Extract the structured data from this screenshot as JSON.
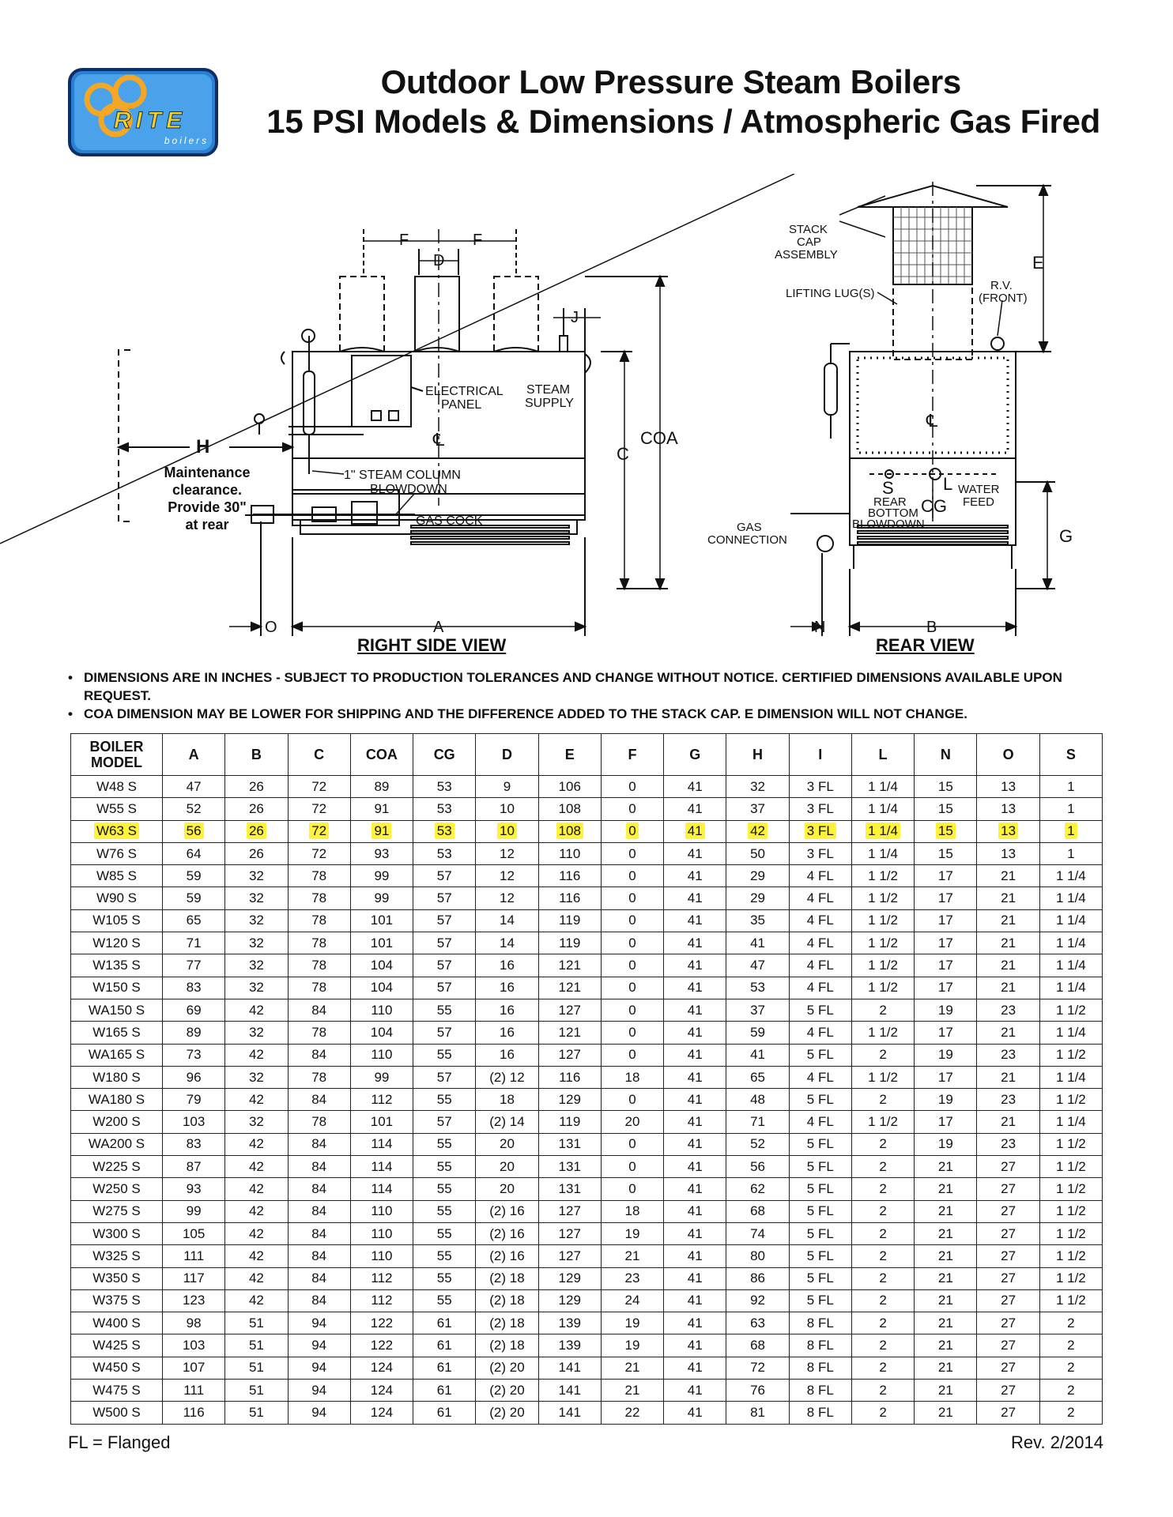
{
  "logo": {
    "text": "RITE",
    "subtext": "boilers"
  },
  "title_line1": "Outdoor Low Pressure Steam Boilers",
  "title_line2": "15 PSI Models & Dimensions / Atmospheric Gas Fired",
  "diagram": {
    "right_side_view_label": "RIGHT SIDE VIEW",
    "rear_view_label": "REAR VIEW",
    "labels": {
      "f": "F",
      "d": "D",
      "j": "J",
      "c": "C",
      "coa": "COA",
      "a": "A",
      "o": "O",
      "h": "H",
      "e": "E",
      "g": "G",
      "n": "N",
      "b": "B",
      "s": "S",
      "l": "L",
      "cg": "CG",
      "cl": "℄",
      "electrical_panel_1": "ELECTRICAL",
      "electrical_panel_2": "PANEL",
      "steam_supply_1": "STEAM",
      "steam_supply_2": "SUPPLY",
      "steam_column_1": "1\" STEAM COLUMN",
      "steam_column_2": "BLOWDOWN",
      "gas_cock": "GAS COCK",
      "maintenance_1": "Maintenance",
      "maintenance_2": "clearance.",
      "maintenance_3": "Provide 30\"",
      "maintenance_4": "at rear",
      "stack_cap_1": "STACK",
      "stack_cap_2": "CAP",
      "stack_cap_3": "ASSEMBLY",
      "lifting_lugs": "LIFTING LUG(S)",
      "rv_1": "R.V.",
      "rv_2": "(FRONT)",
      "water_feed_1": "WATER",
      "water_feed_2": "FEED",
      "rear_bottom_1": "REAR",
      "rear_bottom_2": "BOTTOM",
      "rear_bottom_3": "BLOWDOWN",
      "gas_connection_1": "GAS",
      "gas_connection_2": "CONNECTION"
    }
  },
  "notes": [
    "DIMENSIONS ARE IN INCHES - SUBJECT TO PRODUCTION TOLERANCES AND CHANGE WITHOUT NOTICE. CERTIFIED DIMENSIONS AVAILABLE UPON REQUEST.",
    "COA DIMENSION MAY BE LOWER FOR SHIPPING AND THE DIFFERENCE ADDED TO THE STACK CAP. E DIMENSION WILL NOT CHANGE."
  ],
  "table": {
    "header_model_1": "BOILER",
    "header_model_2": "MODEL",
    "headers": [
      "A",
      "B",
      "C",
      "COA",
      "CG",
      "D",
      "E",
      "F",
      "G",
      "H",
      "I",
      "L",
      "N",
      "O",
      "S"
    ],
    "highlight_color": "#fff23a",
    "highlighted_model": "W63 S",
    "rows": [
      [
        "W48 S",
        "47",
        "26",
        "72",
        "89",
        "53",
        "9",
        "106",
        "0",
        "41",
        "32",
        "3 FL",
        "1 1/4",
        "15",
        "13",
        "1"
      ],
      [
        "W55 S",
        "52",
        "26",
        "72",
        "91",
        "53",
        "10",
        "108",
        "0",
        "41",
        "37",
        "3 FL",
        "1 1/4",
        "15",
        "13",
        "1"
      ],
      [
        "W63 S",
        "56",
        "26",
        "72",
        "91",
        "53",
        "10",
        "108",
        "0",
        "41",
        "42",
        "3 FL",
        "1 1/4",
        "15",
        "13",
        "1"
      ],
      [
        "W76 S",
        "64",
        "26",
        "72",
        "93",
        "53",
        "12",
        "110",
        "0",
        "41",
        "50",
        "3 FL",
        "1 1/4",
        "15",
        "13",
        "1"
      ],
      [
        "W85 S",
        "59",
        "32",
        "78",
        "99",
        "57",
        "12",
        "116",
        "0",
        "41",
        "29",
        "4 FL",
        "1 1/2",
        "17",
        "21",
        "1 1/4"
      ],
      [
        "W90 S",
        "59",
        "32",
        "78",
        "99",
        "57",
        "12",
        "116",
        "0",
        "41",
        "29",
        "4 FL",
        "1 1/2",
        "17",
        "21",
        "1 1/4"
      ],
      [
        "W105 S",
        "65",
        "32",
        "78",
        "101",
        "57",
        "14",
        "119",
        "0",
        "41",
        "35",
        "4 FL",
        "1 1/2",
        "17",
        "21",
        "1 1/4"
      ],
      [
        "W120 S",
        "71",
        "32",
        "78",
        "101",
        "57",
        "14",
        "119",
        "0",
        "41",
        "41",
        "4 FL",
        "1 1/2",
        "17",
        "21",
        "1 1/4"
      ],
      [
        "W135 S",
        "77",
        "32",
        "78",
        "104",
        "57",
        "16",
        "121",
        "0",
        "41",
        "47",
        "4 FL",
        "1 1/2",
        "17",
        "21",
        "1 1/4"
      ],
      [
        "W150 S",
        "83",
        "32",
        "78",
        "104",
        "57",
        "16",
        "121",
        "0",
        "41",
        "53",
        "4 FL",
        "1 1/2",
        "17",
        "21",
        "1 1/4"
      ],
      [
        "WA150 S",
        "69",
        "42",
        "84",
        "110",
        "55",
        "16",
        "127",
        "0",
        "41",
        "37",
        "5 FL",
        "2",
        "19",
        "23",
        "1 1/2"
      ],
      [
        "W165 S",
        "89",
        "32",
        "78",
        "104",
        "57",
        "16",
        "121",
        "0",
        "41",
        "59",
        "4 FL",
        "1 1/2",
        "17",
        "21",
        "1 1/4"
      ],
      [
        "WA165 S",
        "73",
        "42",
        "84",
        "110",
        "55",
        "16",
        "127",
        "0",
        "41",
        "41",
        "5 FL",
        "2",
        "19",
        "23",
        "1 1/2"
      ],
      [
        "W180 S",
        "96",
        "32",
        "78",
        "99",
        "57",
        "(2) 12",
        "116",
        "18",
        "41",
        "65",
        "4 FL",
        "1 1/2",
        "17",
        "21",
        "1 1/4"
      ],
      [
        "WA180 S",
        "79",
        "42",
        "84",
        "112",
        "55",
        "18",
        "129",
        "0",
        "41",
        "48",
        "5 FL",
        "2",
        "19",
        "23",
        "1 1/2"
      ],
      [
        "W200 S",
        "103",
        "32",
        "78",
        "101",
        "57",
        "(2) 14",
        "119",
        "20",
        "41",
        "71",
        "4 FL",
        "1 1/2",
        "17",
        "21",
        "1 1/4"
      ],
      [
        "WA200 S",
        "83",
        "42",
        "84",
        "114",
        "55",
        "20",
        "131",
        "0",
        "41",
        "52",
        "5 FL",
        "2",
        "19",
        "23",
        "1 1/2"
      ],
      [
        "W225 S",
        "87",
        "42",
        "84",
        "114",
        "55",
        "20",
        "131",
        "0",
        "41",
        "56",
        "5 FL",
        "2",
        "21",
        "27",
        "1 1/2"
      ],
      [
        "W250 S",
        "93",
        "42",
        "84",
        "114",
        "55",
        "20",
        "131",
        "0",
        "41",
        "62",
        "5 FL",
        "2",
        "21",
        "27",
        "1 1/2"
      ],
      [
        "W275 S",
        "99",
        "42",
        "84",
        "110",
        "55",
        "(2) 16",
        "127",
        "18",
        "41",
        "68",
        "5 FL",
        "2",
        "21",
        "27",
        "1 1/2"
      ],
      [
        "W300 S",
        "105",
        "42",
        "84",
        "110",
        "55",
        "(2) 16",
        "127",
        "19",
        "41",
        "74",
        "5 FL",
        "2",
        "21",
        "27",
        "1 1/2"
      ],
      [
        "W325 S",
        "111",
        "42",
        "84",
        "110",
        "55",
        "(2) 16",
        "127",
        "21",
        "41",
        "80",
        "5 FL",
        "2",
        "21",
        "27",
        "1 1/2"
      ],
      [
        "W350 S",
        "117",
        "42",
        "84",
        "112",
        "55",
        "(2) 18",
        "129",
        "23",
        "41",
        "86",
        "5 FL",
        "2",
        "21",
        "27",
        "1 1/2"
      ],
      [
        "W375 S",
        "123",
        "42",
        "84",
        "112",
        "55",
        "(2) 18",
        "129",
        "24",
        "41",
        "92",
        "5 FL",
        "2",
        "21",
        "27",
        "1 1/2"
      ],
      [
        "W400 S",
        "98",
        "51",
        "94",
        "122",
        "61",
        "(2) 18",
        "139",
        "19",
        "41",
        "63",
        "8 FL",
        "2",
        "21",
        "27",
        "2"
      ],
      [
        "W425 S",
        "103",
        "51",
        "94",
        "122",
        "61",
        "(2) 18",
        "139",
        "19",
        "41",
        "68",
        "8 FL",
        "2",
        "21",
        "27",
        "2"
      ],
      [
        "W450 S",
        "107",
        "51",
        "94",
        "124",
        "61",
        "(2) 20",
        "141",
        "21",
        "41",
        "72",
        "8 FL",
        "2",
        "21",
        "27",
        "2"
      ],
      [
        "W475 S",
        "111",
        "51",
        "94",
        "124",
        "61",
        "(2) 20",
        "141",
        "21",
        "41",
        "76",
        "8 FL",
        "2",
        "21",
        "27",
        "2"
      ],
      [
        "W500 S",
        "116",
        "51",
        "94",
        "124",
        "61",
        "(2) 20",
        "141",
        "22",
        "41",
        "81",
        "8 FL",
        "2",
        "21",
        "27",
        "2"
      ]
    ]
  },
  "footer": {
    "legend": "FL = Flanged",
    "revision": "Rev. 2/2014"
  }
}
